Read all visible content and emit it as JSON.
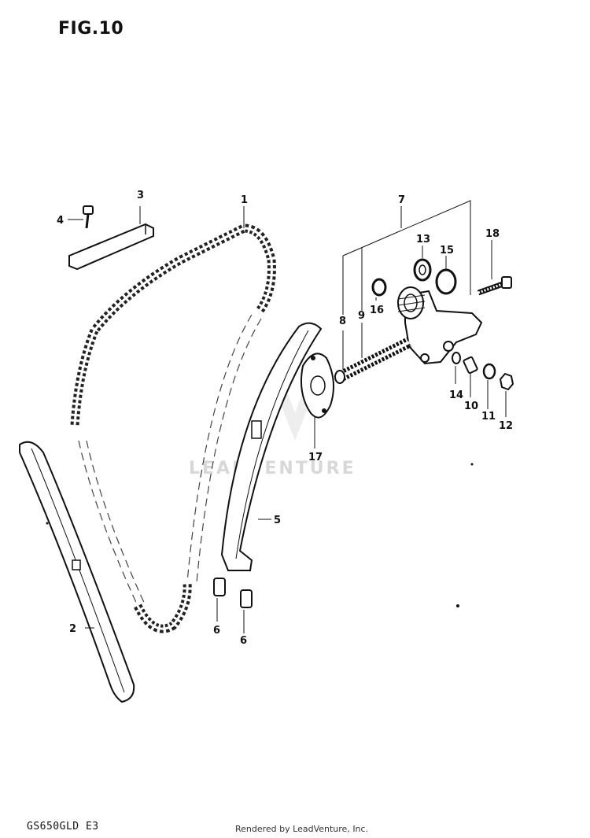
{
  "figure": {
    "title": "FIG.10"
  },
  "footer": {
    "model": "GS650GLD E3",
    "credit": "Rendered by LeadVenture, Inc."
  },
  "watermark": {
    "text": "LEADVENTURE"
  },
  "callouts": {
    "c1": "1",
    "c2": "2",
    "c3": "3",
    "c4": "4",
    "c5": "5",
    "c6a": "6",
    "c6b": "6",
    "c7": "7",
    "c8": "8",
    "c9": "9",
    "c10": "10",
    "c11": "11",
    "c12": "12",
    "c13": "13",
    "c14": "14",
    "c15": "15",
    "c16": "16",
    "c17": "17",
    "c18": "18"
  }
}
